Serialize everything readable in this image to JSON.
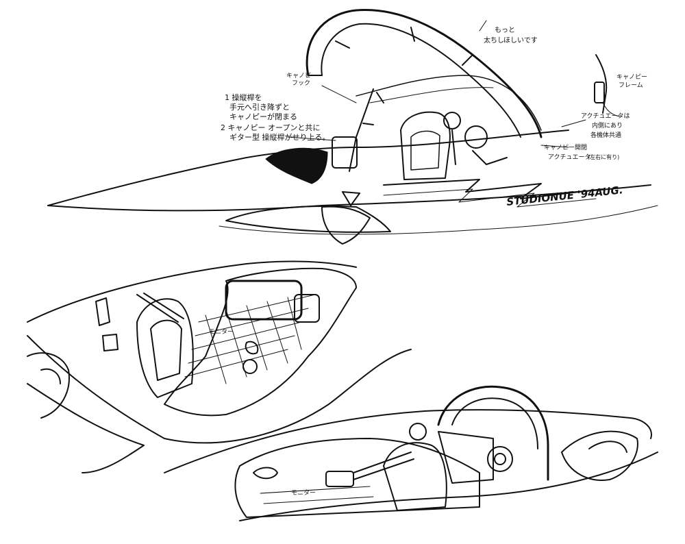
{
  "annotations": {
    "note_canopy_close_1": "1 操縦桿を",
    "note_canopy_close_2": "手元へ引き降ずと",
    "note_canopy_close_3": "キャノピーが閉まる",
    "note_canopy_open_1": "2 キャノピー オープンと共に",
    "note_canopy_open_2": "ギター型 操縦桿がせり上る。",
    "note_top_1": "もっと",
    "note_top_2": "太ちし",
    "note_top_3": "ほしいです",
    "label_canopy_hook_1": "キャノピー",
    "label_canopy_hook_2": "フック",
    "label_canopy_frame_1": "キャノピー",
    "label_canopy_frame_2": "フレーム",
    "note_actuator_1": "アクチュエータは",
    "note_actuator_2": "内側にあり",
    "note_actuator_3": "各機体共通",
    "label_canopy_open_actuator_1": "キャノピー開閉",
    "label_canopy_open_actuator_2": "アクチュエータ",
    "label_canopy_open_actuator_3": "(左右に有り)",
    "label_monitor_1": "モニター",
    "label_monitor_2": "モニター"
  },
  "signature": "STUDIONUE '94AUG."
}
